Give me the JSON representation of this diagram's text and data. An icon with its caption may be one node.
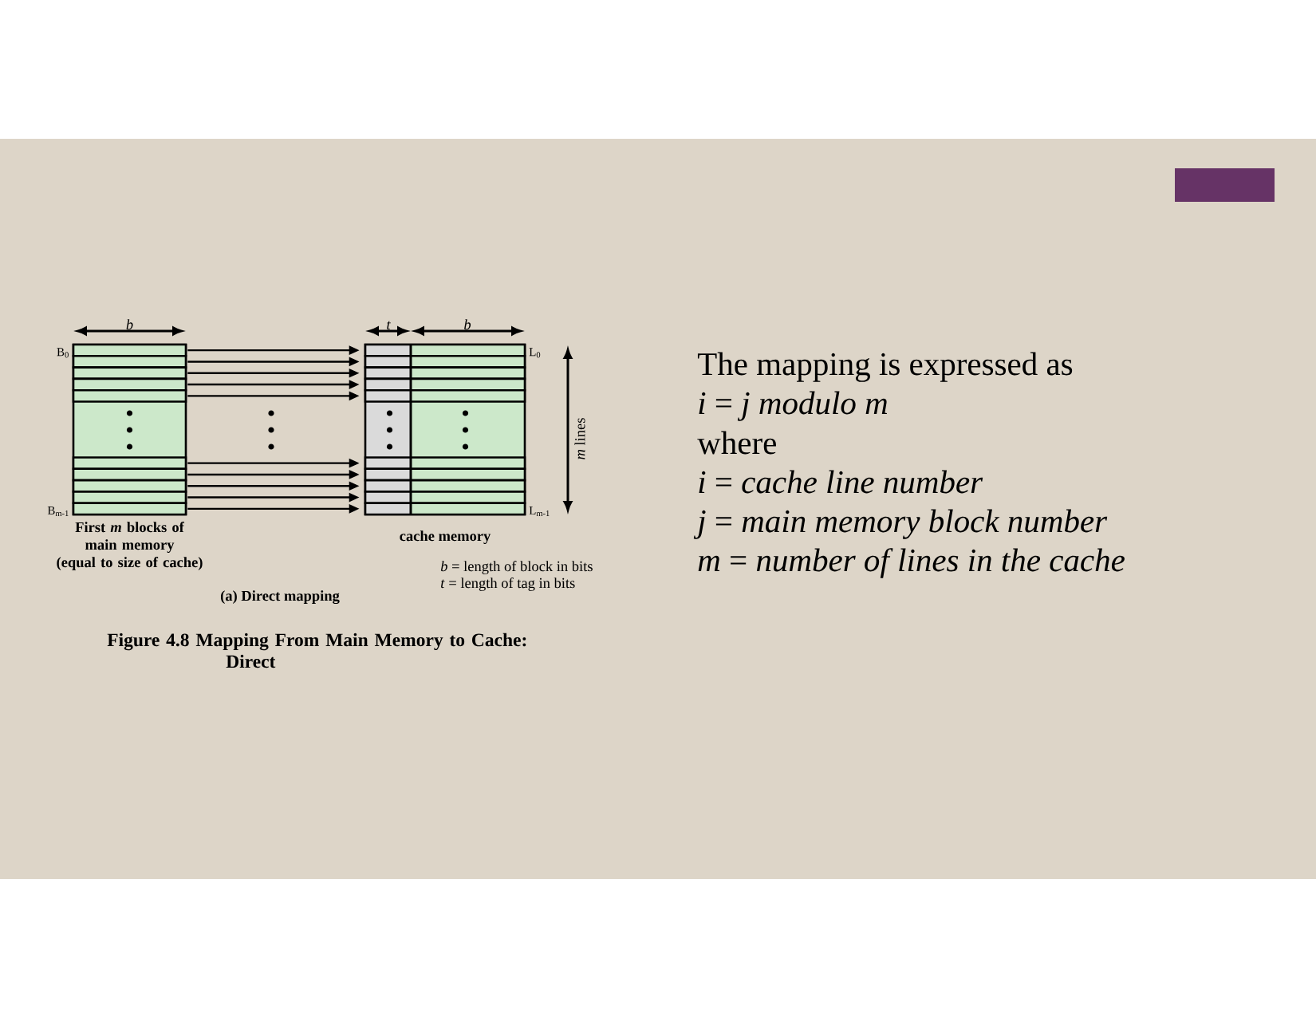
{
  "diagram": {
    "caption": "Figure 4.8 Mapping From Main Memory to Cache: Direct",
    "nodes": [
      {
        "text": [],
        "shape": "box",
        "beside": [
          "First *m* blocks of main memory (equal to size of cache)"
        ]
      },
      {
        "text": [],
        "shape": "box",
        "in": 0,
        "beside": [
          "B$_{0}$"
        ]
      },
      {
        "text": [],
        "shape": "box",
        "in": 0
      },
      {
        "text": [],
        "shape": "box",
        "in": 0
      },
      {
        "text": [],
        "shape": "box",
        "in": 0
      },
      {
        "text": [],
        "shape": "box",
        "in": 0
      },
      {
        "text": [],
        "shape": "box",
        "in": 0
      },
      {
        "text": [],
        "shape": "box",
        "in": 0
      },
      {
        "text": [],
        "shape": "box",
        "in": 0
      },
      {
        "text": [],
        "shape": "box",
        "in": 0
      },
      {
        "text": [],
        "shape": "box",
        "in": 0,
        "beside": [
          "B$_{m-1}$"
        ]
      },
      {
        "text": [],
        "shape": "box",
        "beside": [
          "cache memory"
        ]
      },
      {
        "text": [],
        "shape": "box",
        "in": 11,
        "beside": [
          "L$_{0}$"
        ]
      },
      {
        "text": [],
        "shape": "box",
        "in": 11
      },
      {
        "text": [],
        "shape": "box",
        "in": 11
      },
      {
        "text": [],
        "shape": "box",
        "in": 11
      },
      {
        "text": [],
        "shape": "box",
        "in": 11
      },
      {
        "text": [],
        "shape": "box",
        "in": 11
      },
      {
        "text": [],
        "shape": "box",
        "in": 11
      },
      {
        "text": [],
        "shape": "box",
        "in": 11
      },
      {
        "text": [],
        "shape": "box",
        "in": 11
      },
      {
        "text": [],
        "shape": "box",
        "in": 11,
        "beside": [
          "L$_{m-1}$"
        ]
      }
    ],
    "edges": [
      {
        "from": 1,
        "to": 12,
        "arrow": "to"
      },
      {
        "from": 2,
        "to": 13,
        "arrow": "to"
      },
      {
        "from": 3,
        "to": 14,
        "arrow": "to"
      },
      {
        "from": 4,
        "to": 15,
        "arrow": "to"
      },
      {
        "from": 5,
        "to": 16,
        "arrow": "to"
      },
      {
        "from": 6,
        "to": 17,
        "arrow": "to"
      },
      {
        "from": 7,
        "to": 18,
        "arrow": "to"
      },
      {
        "from": 8,
        "to": 19,
        "arrow": "to"
      },
      {
        "from": 9,
        "to": 20,
        "arrow": "to"
      },
      {
        "from": 10,
        "to": 21,
        "arrow": "to"
      }
    ],
    "labels": [
      "b",
      "t",
      "b",
      "*m* lines",
      "*b* = length of block in bits",
      "*t* = length of tag in bits",
      "(a) Direct mapping",
      "The mapping is expressed as",
      "*i* = *j modulo m*",
      "where",
      "*i* = *cache line number*",
      "*j* = *main memory block number*",
      "*m* = *number of lines in the cache*"
    ]
  }
}
